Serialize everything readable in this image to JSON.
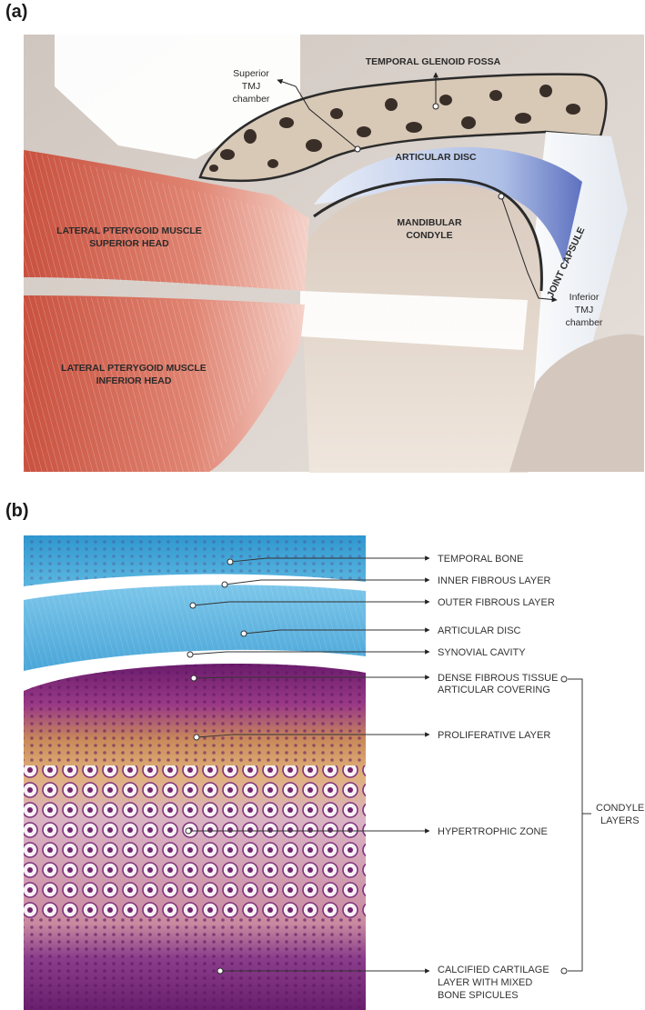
{
  "panel_a": {
    "label": "(a)",
    "temporal_glenoid_fossa": "TEMPORAL GLENOID FOSSA",
    "superior_tmj_chamber": [
      "Superior",
      "TMJ",
      "chamber"
    ],
    "articular_disc": "ARTICULAR DISC",
    "mandibular_condyle": [
      "MANDIBULAR",
      "CONDYLE"
    ],
    "joint_capsule": "JOINT CAPSULE",
    "inferior_tmj_chamber": [
      "Inferior",
      "TMJ",
      "chamber"
    ],
    "lpm_superior": [
      "LATERAL PTERYGOID MUSCLE",
      "SUPERIOR HEAD"
    ],
    "lpm_inferior": [
      "LATERAL PTERYGOID MUSCLE",
      "INFERIOR HEAD"
    ]
  },
  "panel_b": {
    "label": "(b)",
    "labels": [
      [
        "TEMPORAL BONE"
      ],
      [
        "INNER FIBROUS LAYER"
      ],
      [
        "OUTER FIBROUS LAYER"
      ],
      [
        "ARTICULAR DISC"
      ],
      [
        "SYNOVIAL CAVITY"
      ],
      [
        "DENSE FIBROUS TISSUE",
        "ARTICULAR COVERING"
      ],
      [
        "PROLIFERATIVE LAYER"
      ],
      [
        "HYPERTROPHIC ZONE"
      ],
      [
        "CALCIFIED CARTILAGE",
        "LAYER WITH MIXED",
        "BONE SPICULES"
      ]
    ],
    "condyle_layers": [
      "CONDYLE",
      "LAYERS"
    ]
  },
  "colors": {
    "muscle": "#d86a57",
    "bone_spots": "#3a2f28",
    "disc": "#b9c9ea",
    "stain_blue": "#3fa6d6",
    "stain_purple": "#7a1f78"
  }
}
